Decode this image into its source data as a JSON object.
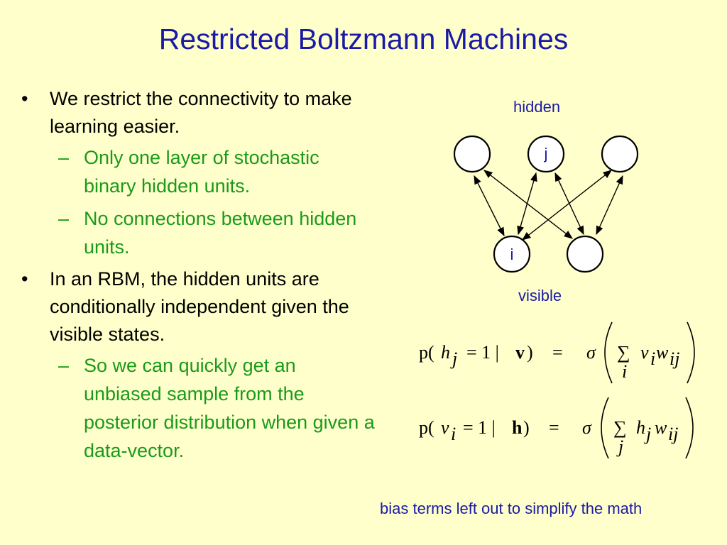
{
  "slide": {
    "title": "Restricted Boltzmann Machines",
    "bullets": [
      {
        "text": "We restrict the connectivity to make learning easier.",
        "subs": [
          "Only one layer of stochastic binary hidden units.",
          "No connections between hidden units."
        ]
      },
      {
        "text": "In an RBM, the hidden units are conditionally independent given the visible states.",
        "subs": [
          "So we can quickly get an unbiased sample from the posterior distribution when given a data-vector."
        ]
      }
    ],
    "bullet_symbol": "•",
    "dash_symbol": "–"
  },
  "network": {
    "hidden_label": "hidden",
    "visible_label": "visible",
    "hidden_unit_label": "j",
    "visible_unit_label": "i"
  },
  "equations": {
    "eq1": {
      "lhs_p": "p(",
      "lhs_var": "h",
      "lhs_sub": "j",
      "lhs_cond": "= 1 |",
      "lhs_given": "v",
      "lhs_close": ")",
      "equals": "=",
      "sigma": "σ",
      "sum": "∑",
      "sum_index": "i",
      "term_var": "v",
      "term_sub": "i",
      "weight": "w",
      "weight_sub": "ij"
    },
    "eq2": {
      "lhs_p": "p(",
      "lhs_var": "v",
      "lhs_sub": "i",
      "lhs_cond": "= 1 |",
      "lhs_given": "h",
      "lhs_close": ")",
      "equals": "=",
      "sigma": "σ",
      "sum": "∑",
      "sum_index": "j",
      "term_var": "h",
      "term_sub": "j",
      "weight": "w",
      "weight_sub": "ij"
    }
  },
  "note": "bias terms left out to simplify the math",
  "colors": {
    "background": "#ffffcc",
    "title": "#1a1aa6",
    "sub_bullet": "#1a9a1a"
  }
}
